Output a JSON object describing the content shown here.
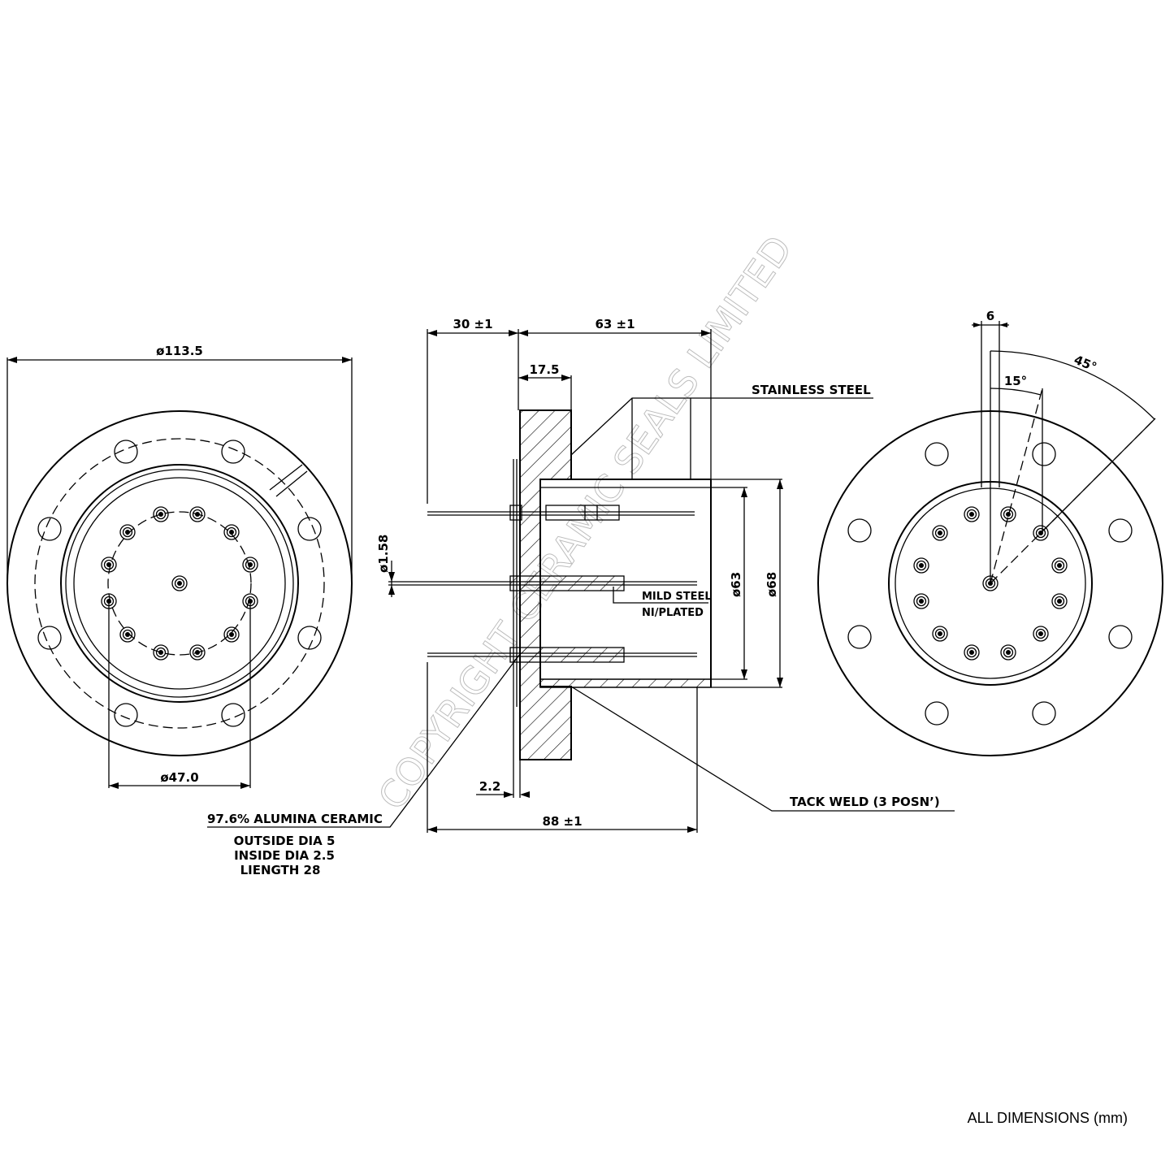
{
  "labels": {
    "dia_113_5": "ø113.5",
    "dia_47": "ø47.0",
    "dim_30": "30 ±1",
    "dim_63": "63 ±1",
    "dim_17_5": "17.5",
    "stainless": "STAINLESS STEEL",
    "dia_1_58": "ø1.58",
    "mild_steel": "MILD STEEL",
    "ni_plated": "NI/PLATED",
    "dia_63": "ø63",
    "dia_68": "ø68",
    "dim_2_2": "2.2",
    "dim_88": "88 ±1",
    "tack_weld": "TACK WELD (3 POSN’)",
    "alumina": "97.6% ALUMINA CERAMIC",
    "outside_dia": "OUTSIDE DIA 5",
    "inside_dia": "INSIDE DIA 2.5",
    "length": "LIENGTH  28",
    "dim_6": "6",
    "angle_45": "45°",
    "angle_15": "15°",
    "all_dims": "ALL DIMENSIONS (mm)"
  },
  "watermark": "COPYRIGHT CERAMIC SEALS LIMITED"
}
